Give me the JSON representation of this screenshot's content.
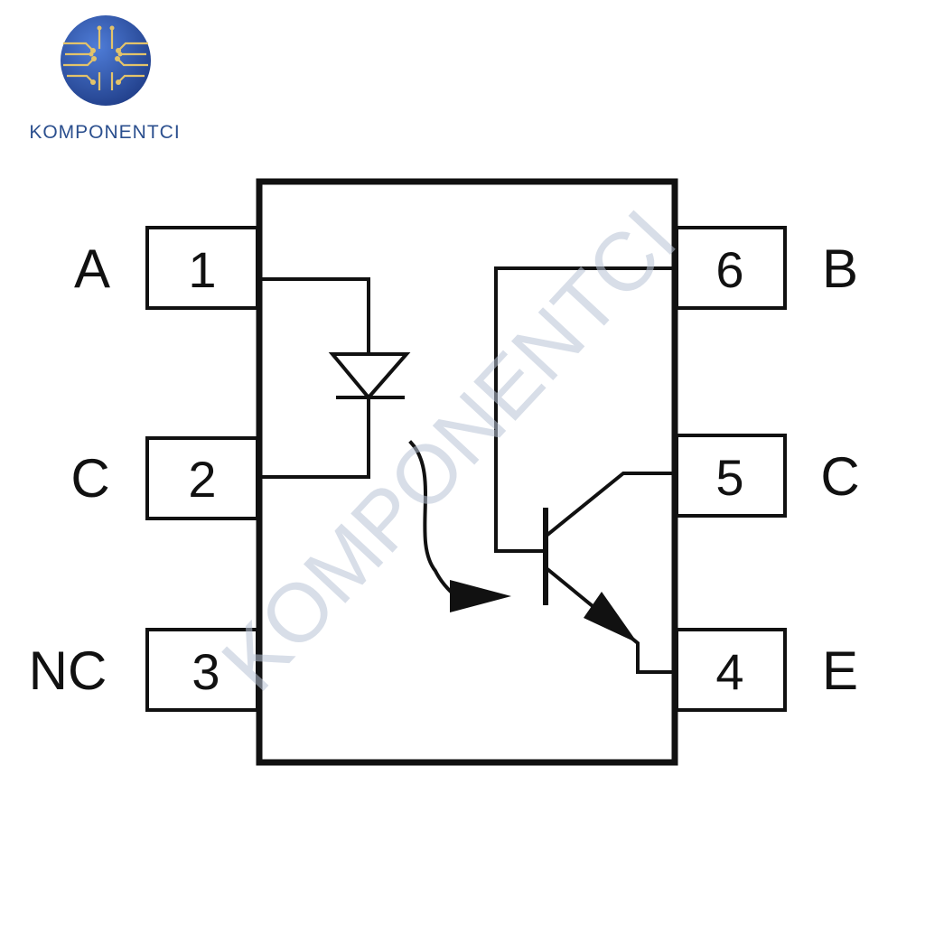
{
  "brand": {
    "name": "KOMPONENTCI",
    "logo_icon": "circuit-globe-icon",
    "accent_color": "#2b4f8e"
  },
  "watermark": {
    "text": "KOMPONENTCI"
  },
  "package": {
    "left_pins": [
      {
        "number": "1",
        "label": "A"
      },
      {
        "number": "2",
        "label": "C"
      },
      {
        "number": "3",
        "label": "NC"
      }
    ],
    "right_pins": [
      {
        "number": "6",
        "label": "B"
      },
      {
        "number": "5",
        "label": "C"
      },
      {
        "number": "4",
        "label": "E"
      }
    ]
  },
  "symbols": {
    "emitter": "led-diode-icon",
    "light_path": "light-arrow-icon",
    "detector": "npn-phototransistor-icon"
  }
}
